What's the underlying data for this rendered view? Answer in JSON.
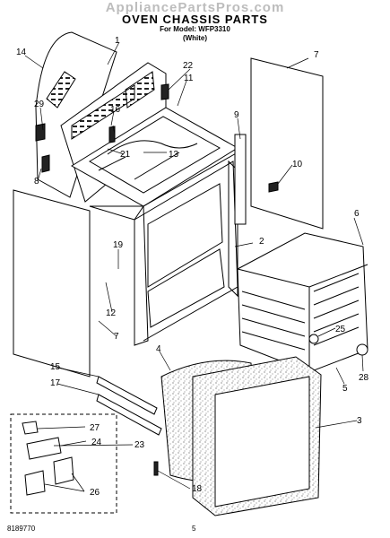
{
  "header": {
    "watermark": "AppliancePartsPros.com",
    "title": "OVEN CHASSIS PARTS",
    "model": "For Model: WFP3310",
    "color": "(White)"
  },
  "footer": {
    "doc_number": "8189770",
    "page": "5"
  },
  "callouts": {
    "c1": "1",
    "c2": "2",
    "c3": "3",
    "c4": "4",
    "c5": "5",
    "c6": "6",
    "c7a": "7",
    "c7b": "7",
    "c8": "8",
    "c9": "9",
    "c10": "10",
    "c11": "11",
    "c12": "12",
    "c13": "13",
    "c14": "14",
    "c15": "15",
    "c16": "16",
    "c17": "17",
    "c18": "18",
    "c19": "19",
    "c21": "21",
    "c22": "22",
    "c23": "23",
    "c24": "24",
    "c25": "25",
    "c26": "26",
    "c27": "27",
    "c28": "28",
    "c29": "29"
  }
}
